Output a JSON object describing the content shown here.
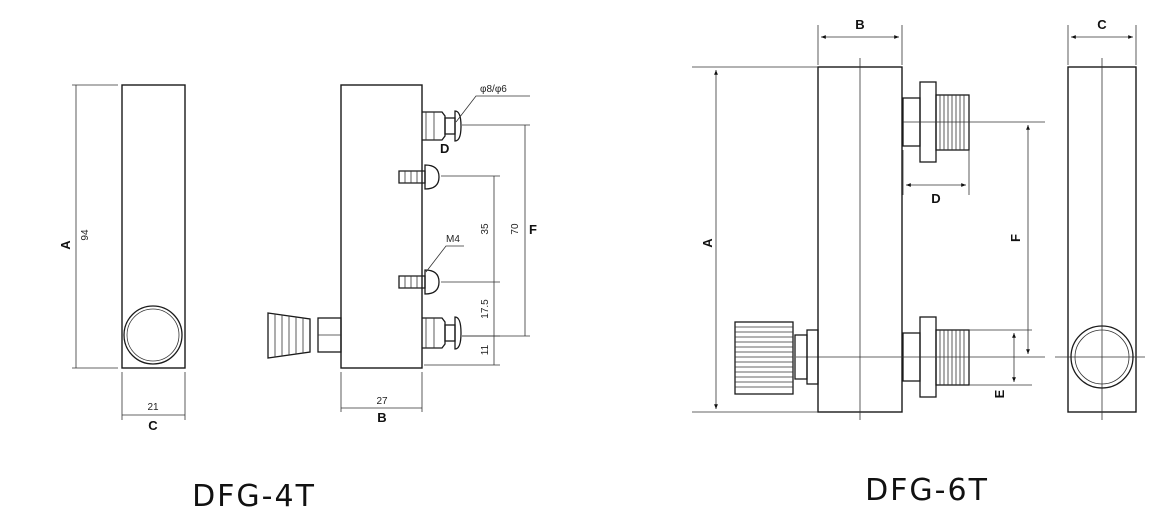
{
  "left": {
    "title": "DFG-4T",
    "labels": {
      "A": "A",
      "B": "B",
      "C": "C",
      "D": "D",
      "F": "F"
    },
    "dims": {
      "height": "94",
      "width_c": "21",
      "width_b": "27",
      "d_thread": "φ8/φ6",
      "m4": "M4",
      "d35": "35",
      "d70": "70",
      "d175": "17.5",
      "d11": "11"
    }
  },
  "right": {
    "title": "DFG-6T",
    "labels": {
      "A": "A",
      "B": "B",
      "C": "C",
      "D": "D",
      "E": "E",
      "F": "F"
    }
  }
}
